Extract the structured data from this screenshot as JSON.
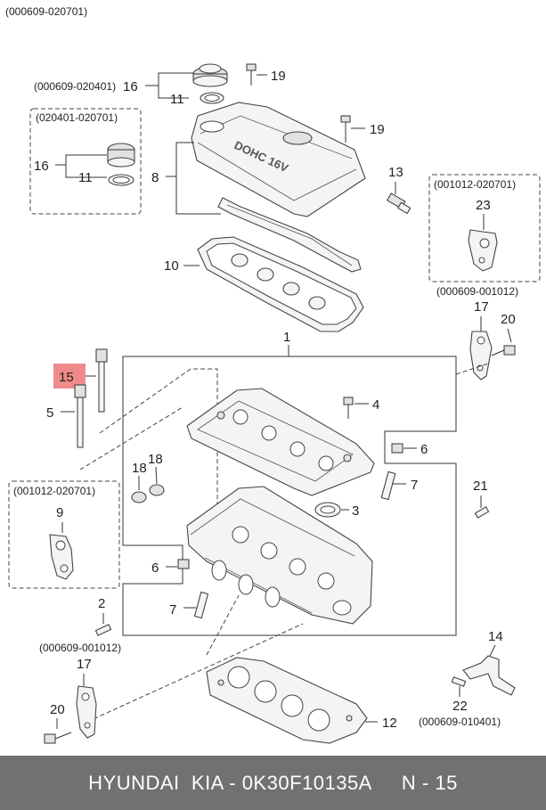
{
  "date_ranges": {
    "top_left": "(000609-020701)",
    "cap_top": "(000609-020401)",
    "cap_box": "(020401-020701)",
    "bracket23_top": "(001012-020701)",
    "bracket23_bottom": "(000609-001012)",
    "bracket9_top": "(001012-020701)",
    "bracket17_bottom": "(000609-001012)",
    "pipe14_bottom": "(000609-010401)"
  },
  "callouts": {
    "c16a": "16",
    "c11a": "11",
    "c19a": "19",
    "c19b": "19",
    "c16b": "16",
    "c11b": "11",
    "c8": "8",
    "c13": "13",
    "c23": "23",
    "c10": "10",
    "c17a": "17",
    "c20a": "20",
    "c1": "1",
    "c15": "15",
    "c5": "5",
    "c4": "4",
    "c6a": "6",
    "c18a": "18",
    "c18b": "18",
    "c7a": "7",
    "c3": "3",
    "c21": "21",
    "c9": "9",
    "c6b": "6",
    "c7b": "7",
    "c2": "2",
    "c14": "14",
    "c17b": "17",
    "c22": "22",
    "c20b": "20",
    "c12": "12"
  },
  "cover_text": "DOHC 16V",
  "highlight_color": "#f08a8a",
  "footer": {
    "brand": "HYUNDAI  KIA - 0K30F10135A",
    "page": "N - 15"
  }
}
